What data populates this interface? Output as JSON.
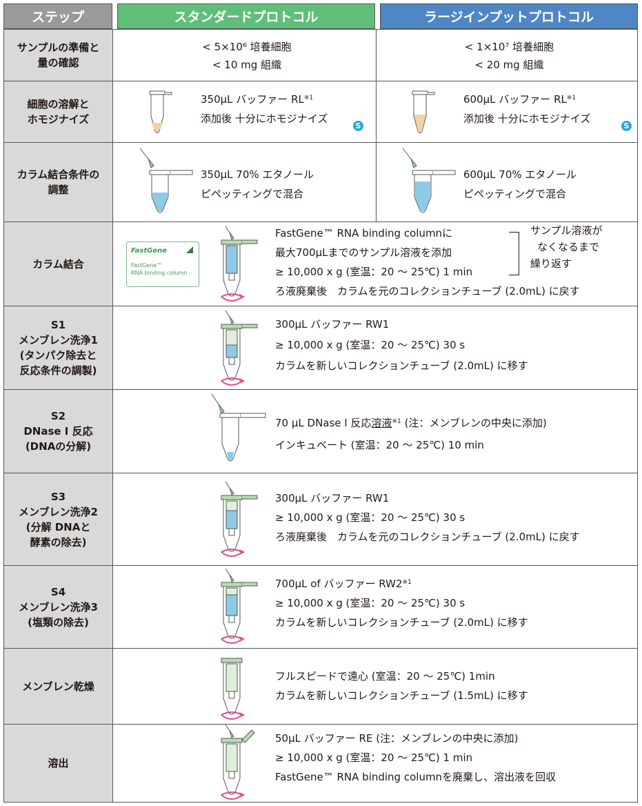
{
  "header": {
    "step": "ステップ",
    "standard": "スタンダードプロトコル",
    "large": "ラージインプットプロトコル"
  },
  "rows": {
    "sample": {
      "step": "サンプルの準備と\n量の確認",
      "std_line1": "< 5×10⁶ 培養細胞",
      "std_line2": "< 10 mg 組織",
      "lrg_line1": "< 1×10⁷ 培養細胞",
      "lrg_line2": "< 20 mg 組織"
    },
    "lysis": {
      "step": "細胞の溶解と\nホモジナイズ",
      "std_line1": "350μL バッファー RL",
      "std_line2": "添加後 十分にホモジナイズ",
      "lrg_line1": "600μL バッファー RL",
      "lrg_line2": "添加後 十分にホモジナイズ",
      "note_mark": "※1",
      "badge": "S"
    },
    "adjust": {
      "step": "カラム結合条件の\n調整",
      "std_line1": "350μL 70% エタノール",
      "std_line2": "ピペッティングで混合",
      "lrg_line1": "600μL 70% エタノール",
      "lrg_line2": "ピペッティングで混合"
    },
    "binding": {
      "step": "カラム結合",
      "line1": "FastGene™ RNA binding columnに",
      "line2": "最大700μLまでのサンプル溶液を添加",
      "line3": "≥ 10,000 x g (室温：20 ～ 25℃) 1 min",
      "line4": "ろ液廃棄後　カラムを元のコレクションチューブ (2.0mL) に戻す",
      "repeat_line1": "サンプル溶液が",
      "repeat_line2": "なくなるまで",
      "repeat_line3": "繰り返す",
      "card_logo": "FastGene",
      "card_line1": "FastGene™",
      "card_line2": "RNA binding column"
    },
    "s1": {
      "step": "S1\nメンブレン洗浄1\n(タンパク除去と\n反応条件の調製)",
      "line1": "300μL バッファー RW1",
      "line2": "≥ 10,000 x g (室温：20 ～ 25℃) 30 s",
      "line3": "カラムを新しいコレクションチューブ (2.0mL) に移す"
    },
    "s2": {
      "step": "S2\nDNase I 反応\n(DNAの分解)",
      "line1_a": "70  μL  DNase I 反応",
      "line1_u": "溶液",
      "line1_mark": "※1",
      "line1_b": " (注：メンブレンの中央に添加)",
      "line2": "インキュベート (室温：20 ～ 25℃) 10 min"
    },
    "s3": {
      "step": "S3\nメンブレン洗浄2\n(分解 DNAと\n酵素の除去)",
      "line1": "300μL バッファー RW1",
      "line2": "≥ 10,000 x g (室温：20 ～ 25℃) 30 s",
      "line3": "ろ液廃棄後　カラムを元のコレクションチューブ (2.0mL) に戻す"
    },
    "s4": {
      "step": "S4\nメンブレン洗浄3\n(塩類の除去)",
      "line1": "700μL of バッファー RW2",
      "line1_mark": "※1",
      "line2": "≥ 10,000 x g (室温：20 ～ 25℃) 30 s",
      "line3": "カラムを新しいコレクションチューブ (2.0mL) に移す"
    },
    "dry": {
      "step": "メンブレン乾燥",
      "line1": "フルスピードで遠心 (室温：20 ～ 25℃) 1min",
      "line2": "カラムを新しいコレクションチューブ (1.5mL) に移す"
    },
    "elute": {
      "step": "溶出",
      "line1": "50μL バッファー RE (注：メンブレンの中央に添加)",
      "line2": "≥ 10,000 x g (室温：20 ～ 25℃) 1 min",
      "line3": "FastGene™ RNA binding columnを廃棄し、溶出液を回収"
    }
  },
  "colors": {
    "header_step": "#9a9a9a",
    "header_standard": "#5fbf7a",
    "header_large": "#4f86c6",
    "step_bg": "#d9d9d9",
    "liquid_blue": "#8ecae6",
    "membrane_green": "#b8dfb0",
    "lysate_beige": "#f1d3a3",
    "rotor_pink": "#e04b8d",
    "badge_blue": "#2aa6d8"
  },
  "icons": [
    "microtube-icon",
    "pipette-icon",
    "spin-column-icon",
    "centrifuge-arrow-icon",
    "shaker-badge-icon",
    "fastgene-column-card-icon"
  ]
}
